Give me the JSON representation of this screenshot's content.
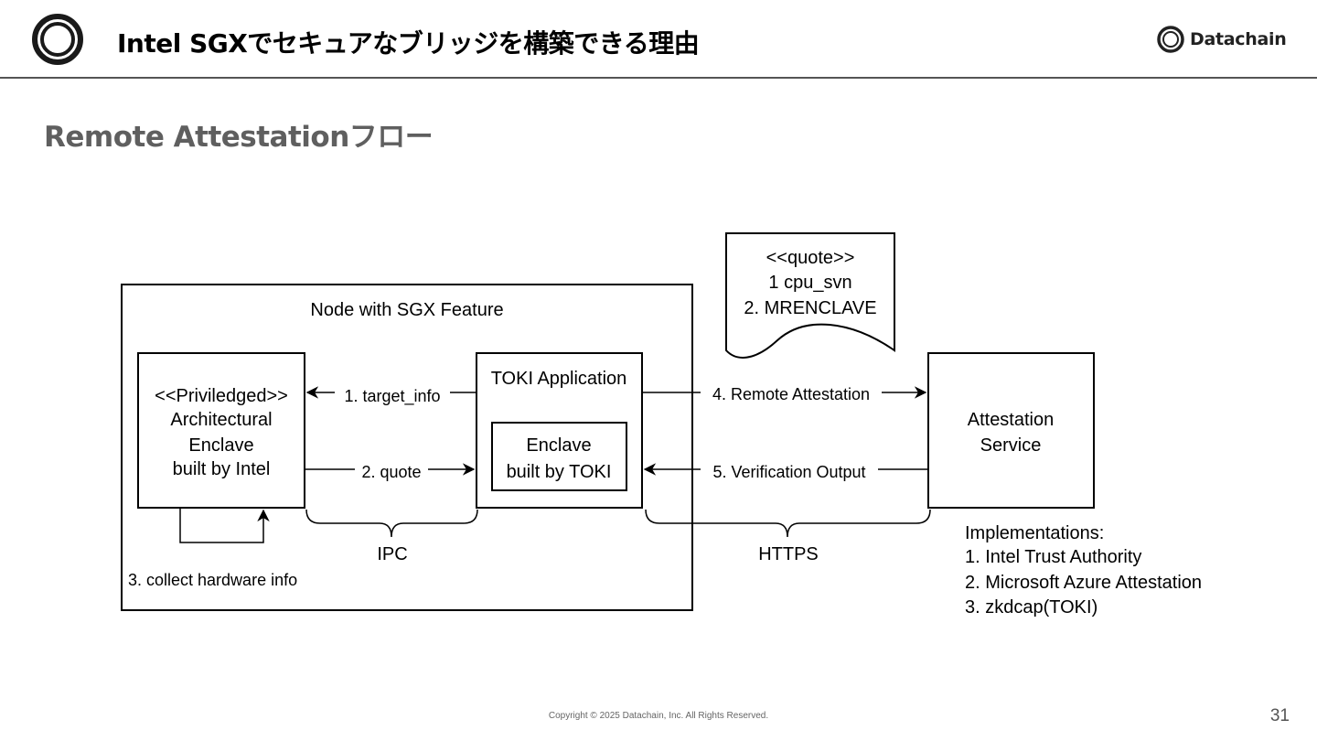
{
  "header": {
    "title": "Intel SGXでセキュアなブリッジを構築できる理由",
    "brand": "Datachain",
    "logo_icon": "ring-logo-icon"
  },
  "section_title": "Remote Attestationフロー",
  "diagram": {
    "node_label": "Node with SGX Feature",
    "arch_enclave": [
      "<<Priviledged>>",
      "Architectural",
      "Enclave",
      "built by Intel"
    ],
    "toki_app": "TOKI Application",
    "toki_enclave": [
      "Enclave",
      "built by TOKI"
    ],
    "quote_doc": [
      "<<quote>>",
      "1 cpu_svn",
      "2. MRENCLAVE"
    ],
    "attestation_service": [
      "Attestation",
      "Service"
    ],
    "arrows": {
      "target_info": "1. target_info",
      "quote": "2. quote",
      "collect": "3. collect hardware info",
      "remote_attestation": "4. Remote Attestation",
      "verification": "5. Verification Output"
    },
    "brace_ipc": "IPC",
    "brace_https": "HTTPS",
    "implementations": [
      "Implementations:",
      "1. Intel Trust Authority",
      "2. Microsoft Azure Attestation",
      "3. zkdcap(TOKI)"
    ]
  },
  "footer": {
    "copyright": "Copyright © 2025 Datachain, Inc.  All Rights Reserved.",
    "page_number": "31"
  }
}
